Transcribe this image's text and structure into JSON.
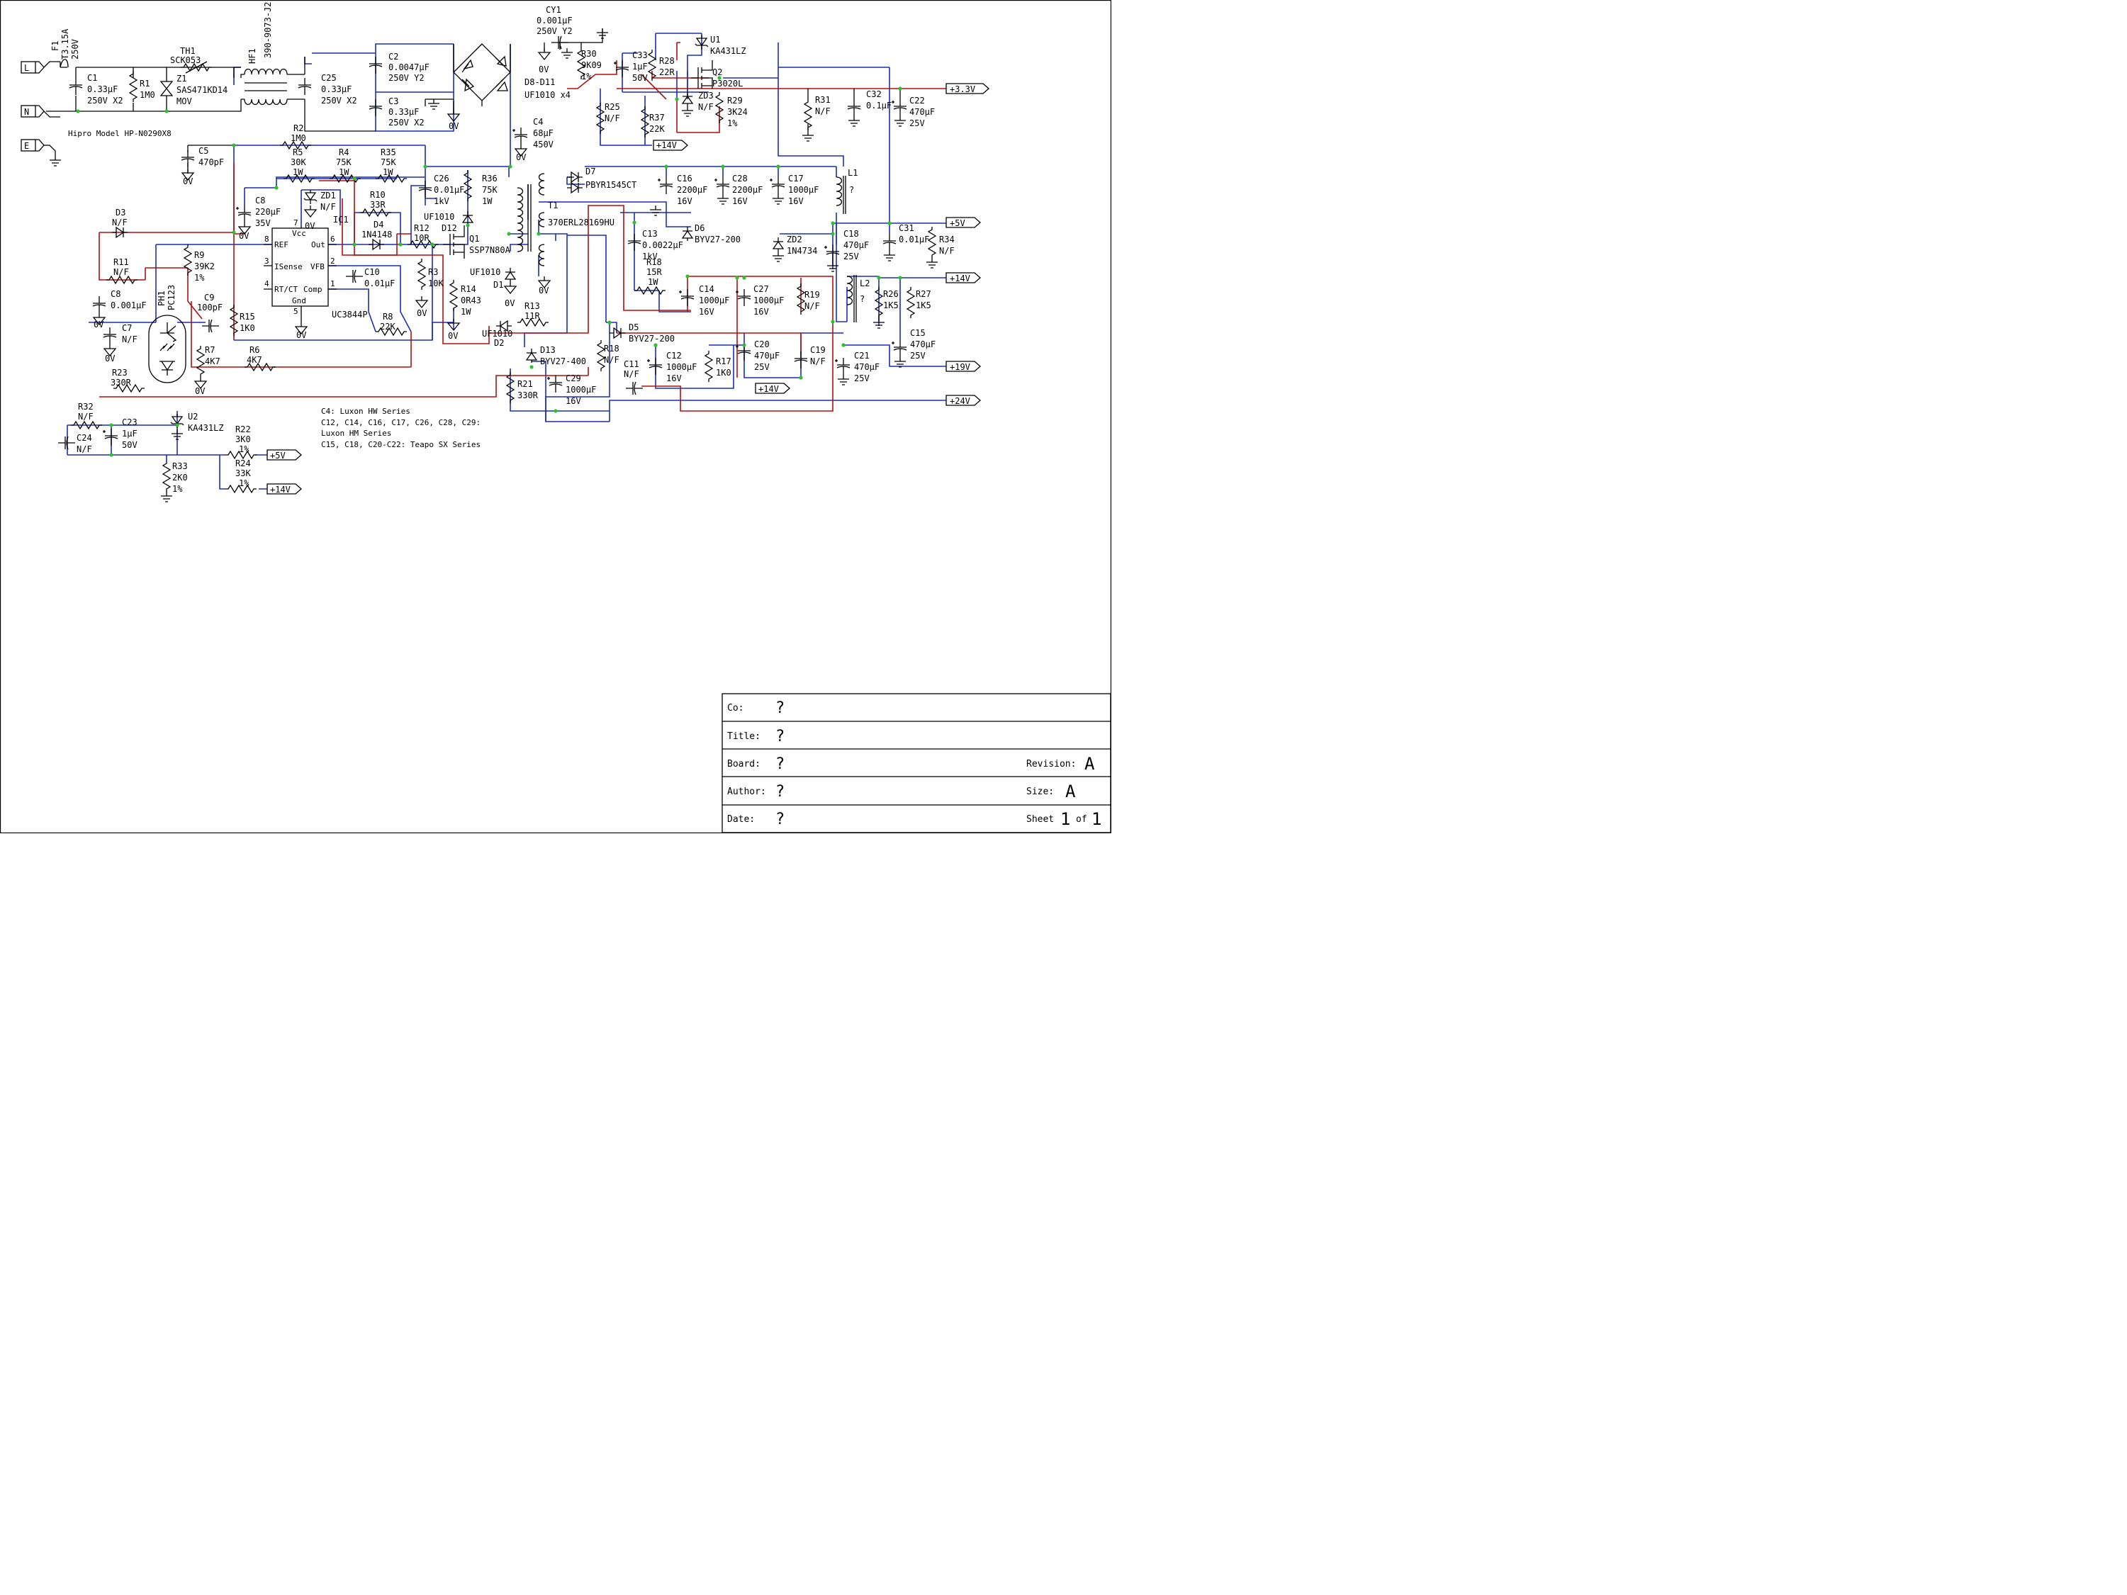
{
  "title_note": "Hipro Model HP-N0290X8",
  "connectors": {
    "L": "L",
    "N": "N",
    "E": "E",
    "out_3v3": "+3.3V",
    "out_5v": "+5V",
    "out_14v": "+14V",
    "out_19v": "+19V",
    "out_24v": "+24V",
    "tag_14v_a": "+14V",
    "tag_14v_b": "+14V",
    "tag_5v_fb": "+5V",
    "tag_14v_fb": "+14V"
  },
  "components": {
    "F1": [
      "F1",
      "T3.15A",
      "250V"
    ],
    "TH1": [
      "TH1",
      "SCK053"
    ],
    "HF1": [
      "HF1",
      "390-9073-J2"
    ],
    "C1": [
      "C1",
      "0.33µF",
      "250V X2"
    ],
    "R1": [
      "R1",
      "1M0"
    ],
    "Z1": [
      "Z1",
      "SAS471KD14",
      "MOV"
    ],
    "C25": [
      "C25",
      "0.33µF",
      "250V X2"
    ],
    "C2": [
      "C2",
      "0.0047µF",
      "250V Y2"
    ],
    "C3": [
      "C3",
      "0.33µF",
      "250V X2"
    ],
    "D8": [
      "D8-D11",
      "UF1010 x4"
    ],
    "CY1": [
      "CY1",
      "0.001µF",
      "250V Y2"
    ],
    "R30": [
      "R30",
      "9K09",
      "1%"
    ],
    "C33": [
      "C33",
      "1µF",
      "50V"
    ],
    "R28": [
      "R28",
      "22R"
    ],
    "U1": [
      "U1",
      "KA431LZ"
    ],
    "Q2": [
      "Q2",
      "P3020L"
    ],
    "ZD3": [
      "ZD3",
      "N/F"
    ],
    "R29": [
      "R29",
      "3K24",
      "1%"
    ],
    "R25": [
      "R25",
      "N/F"
    ],
    "R37": [
      "R37",
      "22K"
    ],
    "R31": [
      "R31",
      "N/F"
    ],
    "C32": [
      "C32",
      "0.1µF"
    ],
    "C22": [
      "C22",
      "470µF",
      "25V"
    ],
    "C4": [
      "C4",
      "68µF",
      "450V"
    ],
    "R2": [
      "R2",
      "1M0"
    ],
    "C5": [
      "C5",
      "470pF"
    ],
    "R5": [
      "R5",
      "30K",
      "1W"
    ],
    "R4": [
      "R4",
      "75K",
      "1W"
    ],
    "R35": [
      "R35",
      "75K",
      "1W"
    ],
    "C26": [
      "C26",
      "0.01µF",
      "1kV"
    ],
    "R36": [
      "R36",
      "75K",
      "1W"
    ],
    "D7": [
      "D7",
      "PBYR1545CT"
    ],
    "C16": [
      "C16",
      "2200µF",
      "16V"
    ],
    "C28": [
      "C28",
      "2200µF",
      "16V"
    ],
    "C17": [
      "C17",
      "1000µF",
      "16V"
    ],
    "L1": [
      "L1",
      "?"
    ],
    "C8a": [
      "C8",
      "220µF",
      "35V"
    ],
    "ZD1": [
      "ZD1",
      "N/F"
    ],
    "IC1": [
      "IC1"
    ],
    "R10": [
      "R10",
      "33R"
    ],
    "D4": [
      "D4",
      "1N4148"
    ],
    "R12": [
      "R12",
      "10R"
    ],
    "D12": [
      "UF1010",
      "D12"
    ],
    "Q1": [
      "Q1",
      "SSP7N80A"
    ],
    "T1": [
      "T1",
      "370ERL28169HU"
    ],
    "C13": [
      "C13",
      "0.0022µF",
      "1kV"
    ],
    "R18a": [
      "R18",
      "15R",
      "1W"
    ],
    "D6": [
      "D6",
      "BYV27-200"
    ],
    "ZD2": [
      "ZD2",
      "1N4734"
    ],
    "C18": [
      "C18",
      "470µF",
      "25V"
    ],
    "C31": [
      "C31",
      "0.01µF"
    ],
    "R34": [
      "R34",
      "N/F"
    ],
    "D3": [
      "D3",
      "N/F"
    ],
    "R11": [
      "R11",
      "N/F"
    ],
    "R9": [
      "R9",
      "39K2",
      "1%"
    ],
    "C8b": [
      "C8",
      "0.001µF"
    ],
    "C9": [
      "C9",
      "100pF"
    ],
    "PH1": [
      "PH1",
      "PC123"
    ],
    "C7": [
      "C7",
      "N/F"
    ],
    "R15": [
      "R15",
      "1K0"
    ],
    "R3": [
      "R3",
      "10K"
    ],
    "R14": [
      "R14",
      "0R43",
      "1W"
    ],
    "D1": [
      "UF1010",
      "D1"
    ],
    "C10": [
      "C10",
      "0.01µF"
    ],
    "R8": [
      "R8",
      "22K"
    ],
    "R13": [
      "R13",
      "11R"
    ],
    "D2": [
      "UF1010",
      "D2"
    ],
    "C14": [
      "C14",
      "1000µF",
      "16V"
    ],
    "C27": [
      "C27",
      "1000µF",
      "16V"
    ],
    "R19": [
      "R19",
      "N/F"
    ],
    "L2": [
      "L2",
      "?"
    ],
    "R26": [
      "R26",
      "1K5"
    ],
    "R27": [
      "R27",
      "1K5"
    ],
    "C15": [
      "C15",
      "470µF",
      "25V"
    ],
    "D5": [
      "D5",
      "BYV27-200"
    ],
    "R18b": [
      "R18",
      "N/F"
    ],
    "C11": [
      "C11",
      "N/F"
    ],
    "C12": [
      "C12",
      "1000µF",
      "16V"
    ],
    "R17": [
      "R17",
      "1K0"
    ],
    "C20": [
      "C20",
      "470µF",
      "25V"
    ],
    "C19": [
      "C19",
      "N/F"
    ],
    "C21": [
      "C21",
      "470µF",
      "25V"
    ],
    "R7": [
      "R7",
      "4K7"
    ],
    "R6": [
      "R6",
      "4K7"
    ],
    "R23": [
      "R23",
      "330R"
    ],
    "D13": [
      "D13",
      "BYV27-400"
    ],
    "R21": [
      "R21",
      "330R"
    ],
    "C29": [
      "C29",
      "1000µF",
      "16V"
    ],
    "R32": [
      "R32",
      "N/F"
    ],
    "C23": [
      "C23",
      "1µF",
      "50V"
    ],
    "C24": [
      "C24",
      "N/F"
    ],
    "U2": [
      "U2",
      "KA431LZ"
    ],
    "R22": [
      "R22",
      "3K0",
      "1%"
    ],
    "R24": [
      "R24",
      "33K",
      "1%"
    ],
    "R33": [
      "R33",
      "2K0",
      "1%"
    ]
  },
  "ic": {
    "name": "UC3844P",
    "pins": {
      "vcc": "Vcc",
      "ref": "REF",
      "out": "Out",
      "isense": "ISense",
      "vfb": "VFB",
      "rtct": "RT/CT",
      "comp": "Comp",
      "gnd": "Gnd"
    },
    "pin_numbers": {
      "vcc": "7",
      "ref": "8",
      "out": "6",
      "isense": "3",
      "vfb": "2",
      "rtct": "4",
      "comp": "1",
      "gnd": "5"
    }
  },
  "grounds": {
    "zero_volt": "0V"
  },
  "notes": [
    "C4: Luxon HW Series",
    "C12, C14, C16, C17, C26, C28, C29:",
    "Luxon HM Series",
    "C15, C18, C20-C22: Teapo SX Series"
  ],
  "title_block": {
    "co_label": "Co:",
    "co_value": "?",
    "title_label": "Title:",
    "title_value": "?",
    "board_label": "Board:",
    "board_value": "?",
    "revision_label": "Revision:",
    "revision_value": "A",
    "author_label": "Author:",
    "author_value": "?",
    "size_label": "Size:",
    "size_value": "A",
    "date_label": "Date:",
    "date_value": "?",
    "sheet_label": "Sheet",
    "sheet_num": "1",
    "sheet_of": "of",
    "sheet_total": "1"
  },
  "colors": {
    "wire_blue": "#1a2fb8",
    "wire_red": "#b30f0f",
    "junction": "#2fbf2f",
    "wire_black": "#000000"
  }
}
